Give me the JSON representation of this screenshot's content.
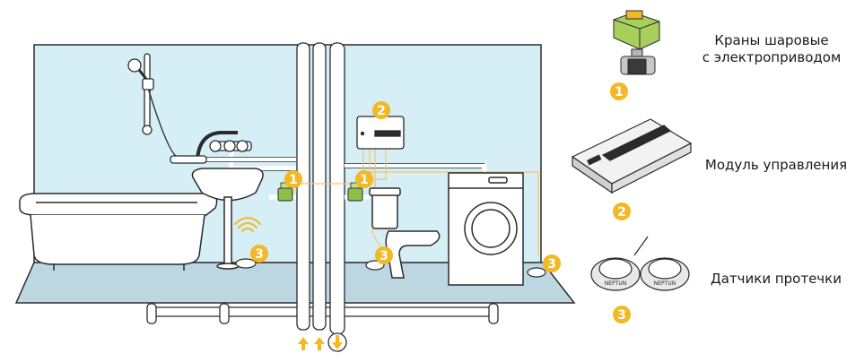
{
  "colors": {
    "wall": "#d6eef6",
    "floor": "#bcd7e1",
    "outline": "#2b2b2b",
    "badge": "#f3b823",
    "wire": "#f3c56a",
    "pipe": "#ffffff",
    "valve_body": "#8dbe48",
    "arrow_up": "#f3b823",
    "arrow_down": "#f3b823"
  },
  "badges": {
    "valve": "1",
    "module": "2",
    "sensor": "3"
  },
  "legend": {
    "item1_line1": "Краны шаровые",
    "item1_line2": "с электроприводом",
    "item2": "Модуль управления",
    "item3": "Датчики протечки"
  },
  "device_brand": "NEPTUN"
}
